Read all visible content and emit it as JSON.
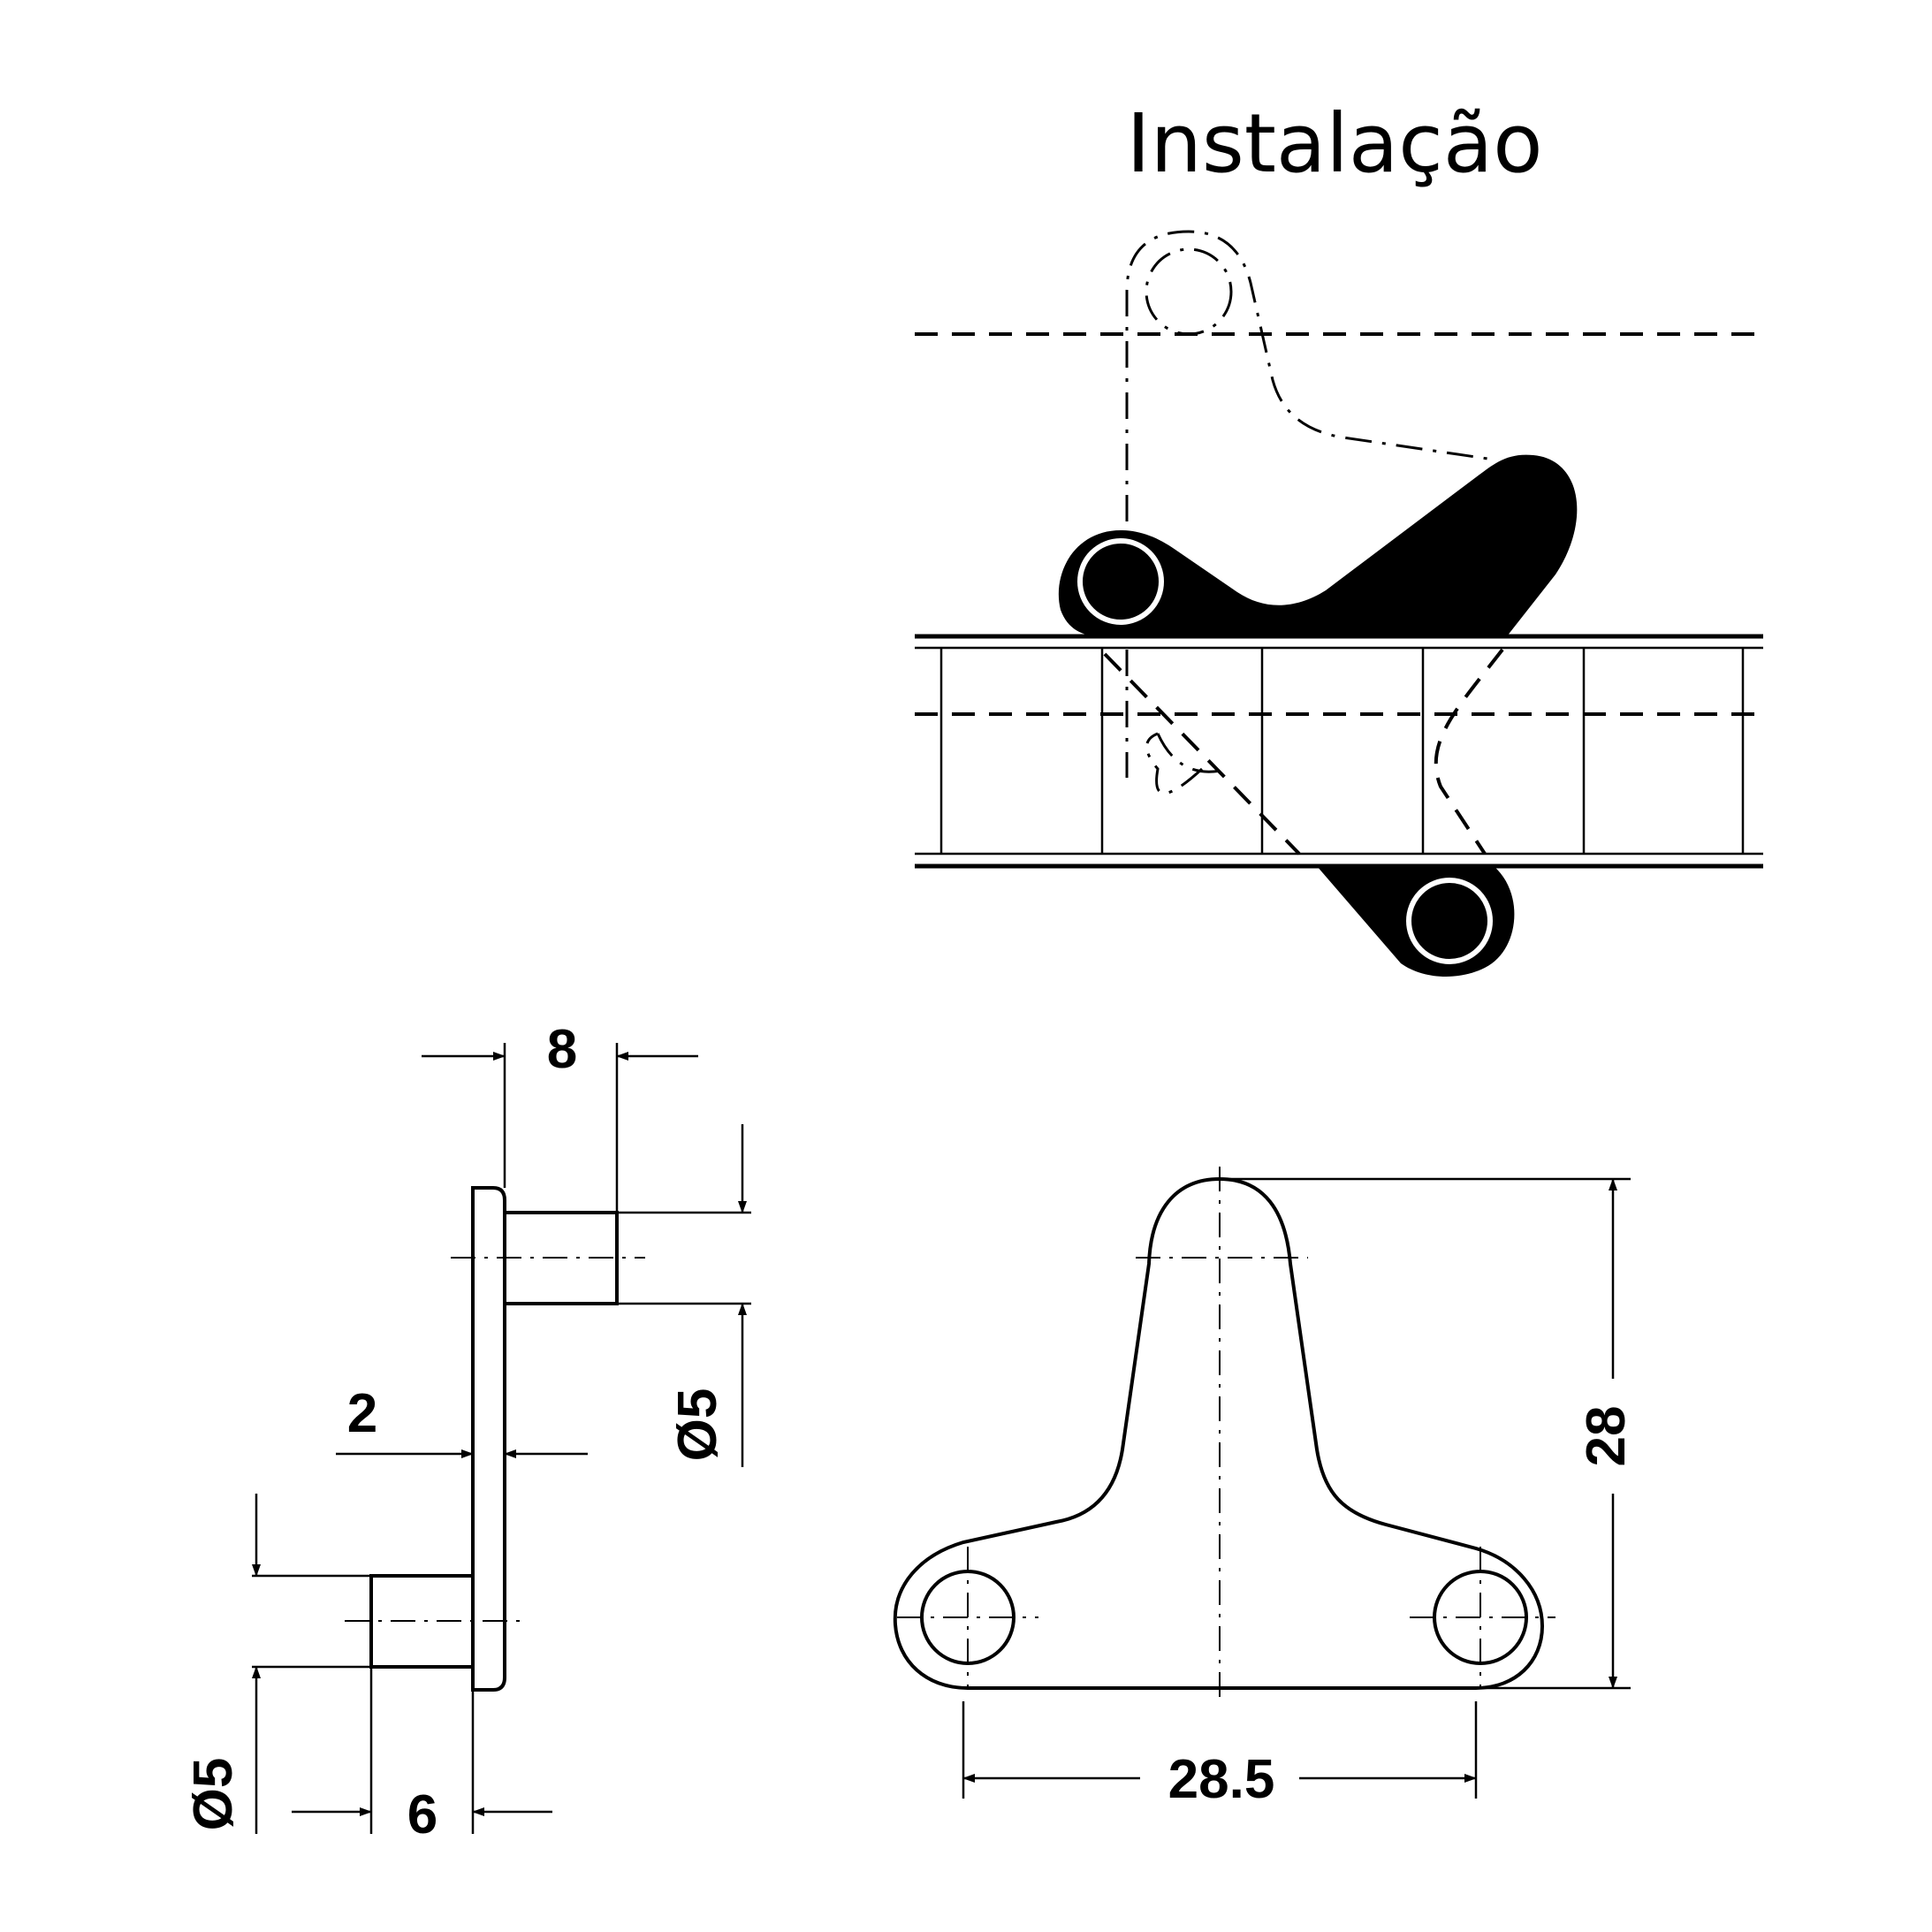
{
  "title": "Instalação",
  "dimensions": {
    "side_view": {
      "top_pin_length": "8",
      "top_pin_diameter": "Ø5",
      "plate_thickness": "2",
      "bottom_pin_diameter": "Ø5",
      "bottom_pin_length": "6"
    },
    "front_view": {
      "height": "28",
      "hole_spacing": "28.5"
    }
  }
}
